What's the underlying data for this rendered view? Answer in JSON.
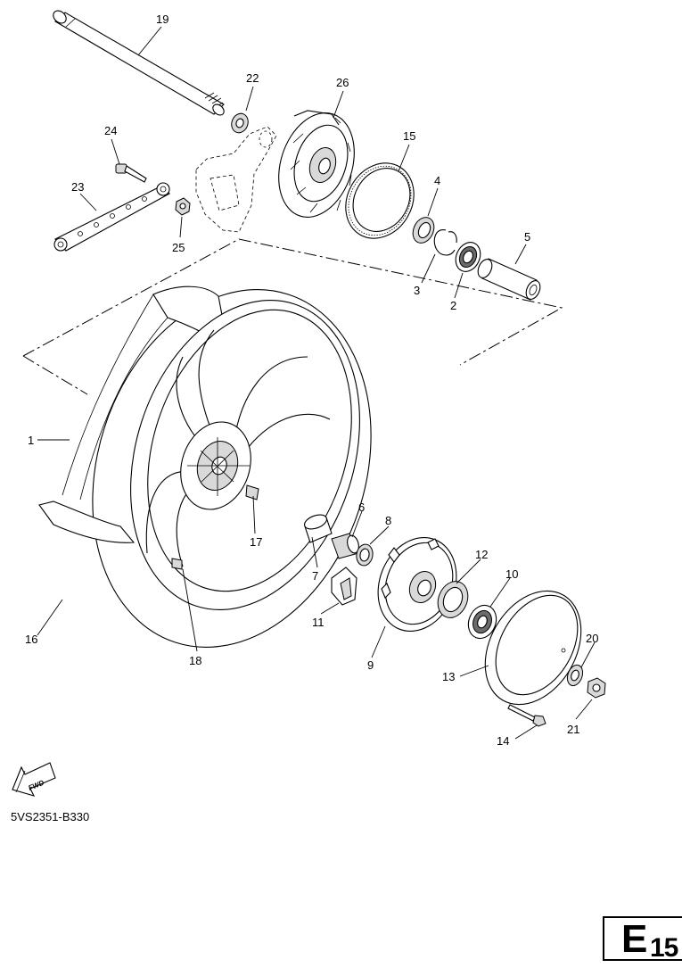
{
  "diagram": {
    "parts": [
      {
        "id": "1",
        "name": "tire"
      },
      {
        "id": "2",
        "name": "bearing"
      },
      {
        "id": "3",
        "name": "circlip"
      },
      {
        "id": "4",
        "name": "oil seal"
      },
      {
        "id": "5",
        "name": "collar"
      },
      {
        "id": "6",
        "name": "bearing"
      },
      {
        "id": "7",
        "name": "spacer"
      },
      {
        "id": "8",
        "name": "oil seal"
      },
      {
        "id": "9",
        "name": "hub"
      },
      {
        "id": "10",
        "name": "bearing"
      },
      {
        "id": "11",
        "name": "damper"
      },
      {
        "id": "12",
        "name": "oil seal"
      },
      {
        "id": "13",
        "name": "cover"
      },
      {
        "id": "14",
        "name": "bolt"
      },
      {
        "id": "15",
        "name": "ring"
      },
      {
        "id": "16",
        "name": "wheel"
      },
      {
        "id": "17",
        "name": "valve"
      },
      {
        "id": "18",
        "name": "balance weight"
      },
      {
        "id": "19",
        "name": "axle"
      },
      {
        "id": "20",
        "name": "washer"
      },
      {
        "id": "21",
        "name": "nut"
      },
      {
        "id": "22",
        "name": "washer"
      },
      {
        "id": "23",
        "name": "link"
      },
      {
        "id": "24",
        "name": "bolt"
      },
      {
        "id": "25",
        "name": "nut"
      },
      {
        "id": "26",
        "name": "hub"
      }
    ],
    "fwd_label": "FWD",
    "diagram_code": "5VS2351-B330",
    "page_tab": {
      "big": "E",
      "small": "15"
    }
  }
}
